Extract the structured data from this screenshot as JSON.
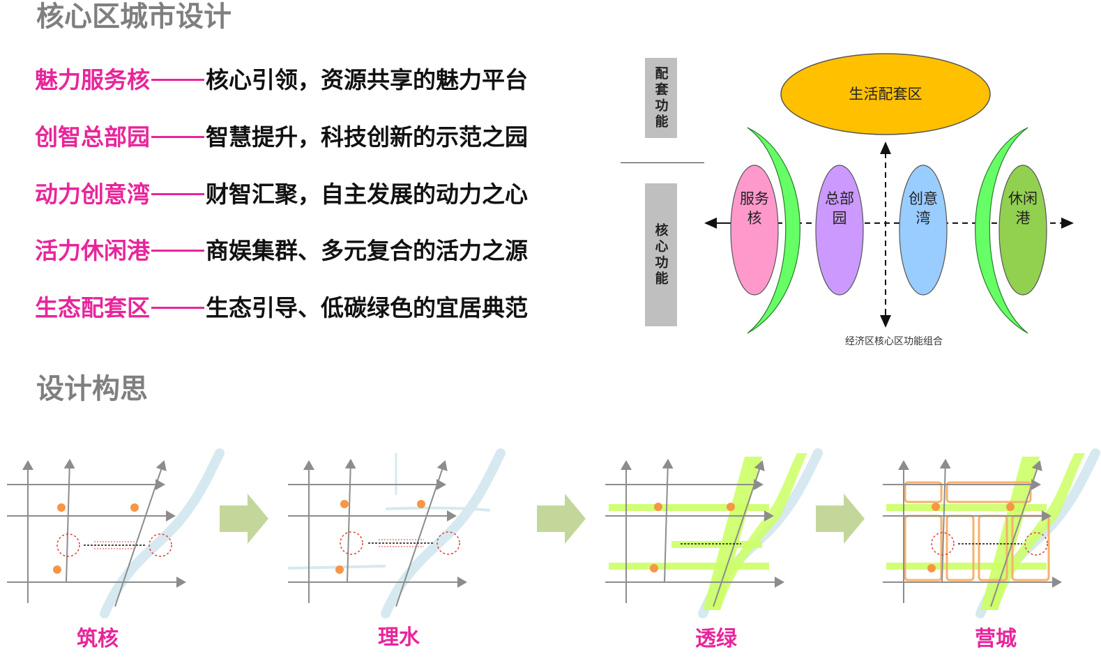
{
  "section1": {
    "title": "核心区城市设计"
  },
  "lines": [
    {
      "name": "魅力服务核",
      "desc": "核心引领，资源共享的魅力平台"
    },
    {
      "name": "创智总部园",
      "desc": "智慧提升，科技创新的示范之园"
    },
    {
      "name": "动力创意湾",
      "desc": "财智汇聚，自主发展的动力之心"
    },
    {
      "name": "活力休闲港",
      "desc": "商娱集群、多元复合的活力之源"
    },
    {
      "name": "生态配套区",
      "desc": "生态引导、低碳绿色的宜居典范"
    }
  ],
  "diagram": {
    "support_label": "配套功能",
    "core_label": "核心功能",
    "top_ellipse": "生活配套区",
    "nodes": [
      {
        "line1": "服务",
        "line2": "核",
        "color": "#ff99cc"
      },
      {
        "line1": "总部",
        "line2": "园",
        "color": "#cc99ff"
      },
      {
        "line1": "创意",
        "line2": "湾",
        "color": "#99ccff"
      },
      {
        "line1": "休闲",
        "line2": "港",
        "color": "#92d050"
      }
    ],
    "top_color": "#ffc000",
    "arc_color": "#66ff66",
    "caption": "经济区核心区功能组合"
  },
  "section2": {
    "title": "设计构思"
  },
  "steps": [
    {
      "label": "筑核"
    },
    {
      "label": "理水"
    },
    {
      "label": "透绿"
    },
    {
      "label": "营城"
    }
  ],
  "colors": {
    "pink": "#e8259b",
    "orange": "#f79646",
    "green": "#ccff66",
    "water": "#d6e9f0",
    "arrow": "#c4d79b"
  }
}
